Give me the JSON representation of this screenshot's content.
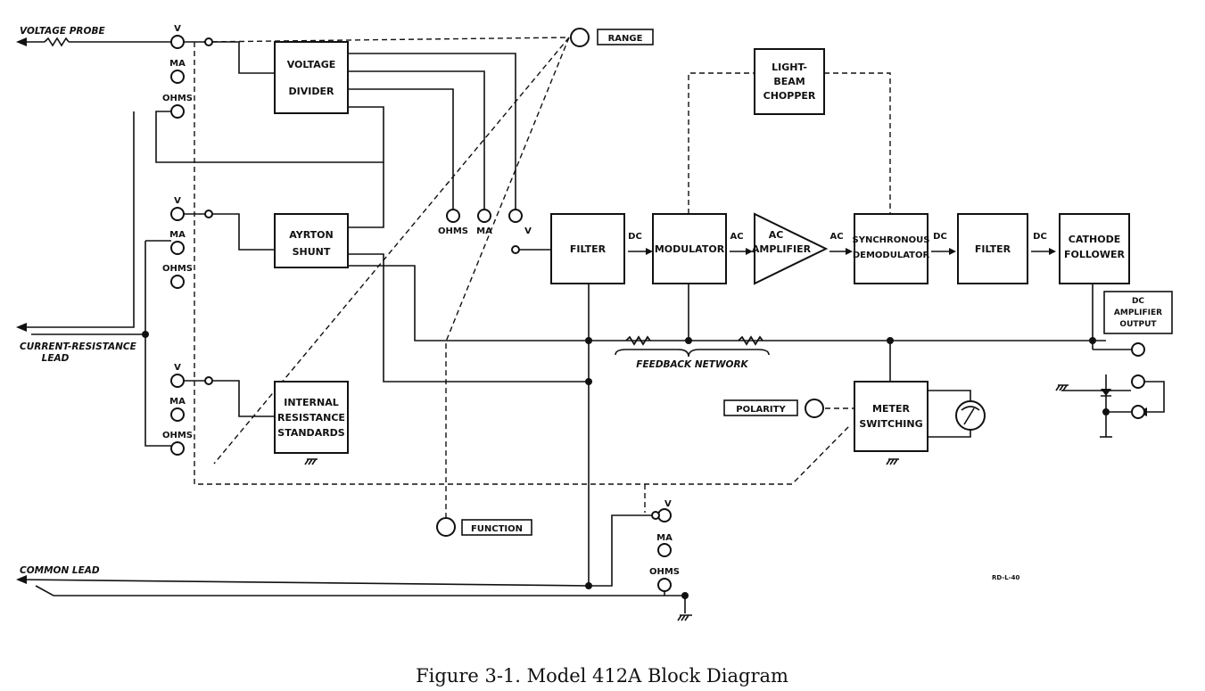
{
  "figure": {
    "caption": "Figure 3-1.  Model 412A Block Diagram",
    "mark": "RD-L-40"
  },
  "blocks": {
    "voltage_divider": [
      "VOLTAGE",
      "DIVIDER"
    ],
    "ayrton_shunt": [
      "AYRTON",
      "SHUNT"
    ],
    "internal_resistance": [
      "INTERNAL",
      "RESISTANCE",
      "STANDARDS"
    ],
    "filter_in": "FILTER",
    "modulator": "MODULATOR",
    "ac_amplifier": [
      "AC",
      "AMPLIFIER"
    ],
    "light_beam_chopper": [
      "LIGHT-",
      "BEAM",
      "CHOPPER"
    ],
    "sync_demodulator": [
      "SYNCHRONOUS",
      "DEMODULATOR"
    ],
    "filter_out": "FILTER",
    "cathode_follower": [
      "CATHODE",
      "FOLLOWER"
    ],
    "meter_switching": [
      "METER",
      "SWITCHING"
    ]
  },
  "controls": {
    "range": "RANGE",
    "function": "FUNCTION",
    "polarity": "POLARITY"
  },
  "leads": {
    "voltage_probe": "VOLTAGE PROBE",
    "current_resistance": [
      "CURRENT-RESISTANCE",
      "LEAD"
    ],
    "common": "COMMON LEAD"
  },
  "switch_labels": {
    "v": "V",
    "ma": "MA",
    "ohms": "OHMS"
  },
  "signals": {
    "dc": "DC",
    "ac": "AC"
  },
  "feedback": "FEEDBACK NETWORK",
  "output": [
    "DC",
    "AMPLIFIER",
    "OUTPUT"
  ]
}
